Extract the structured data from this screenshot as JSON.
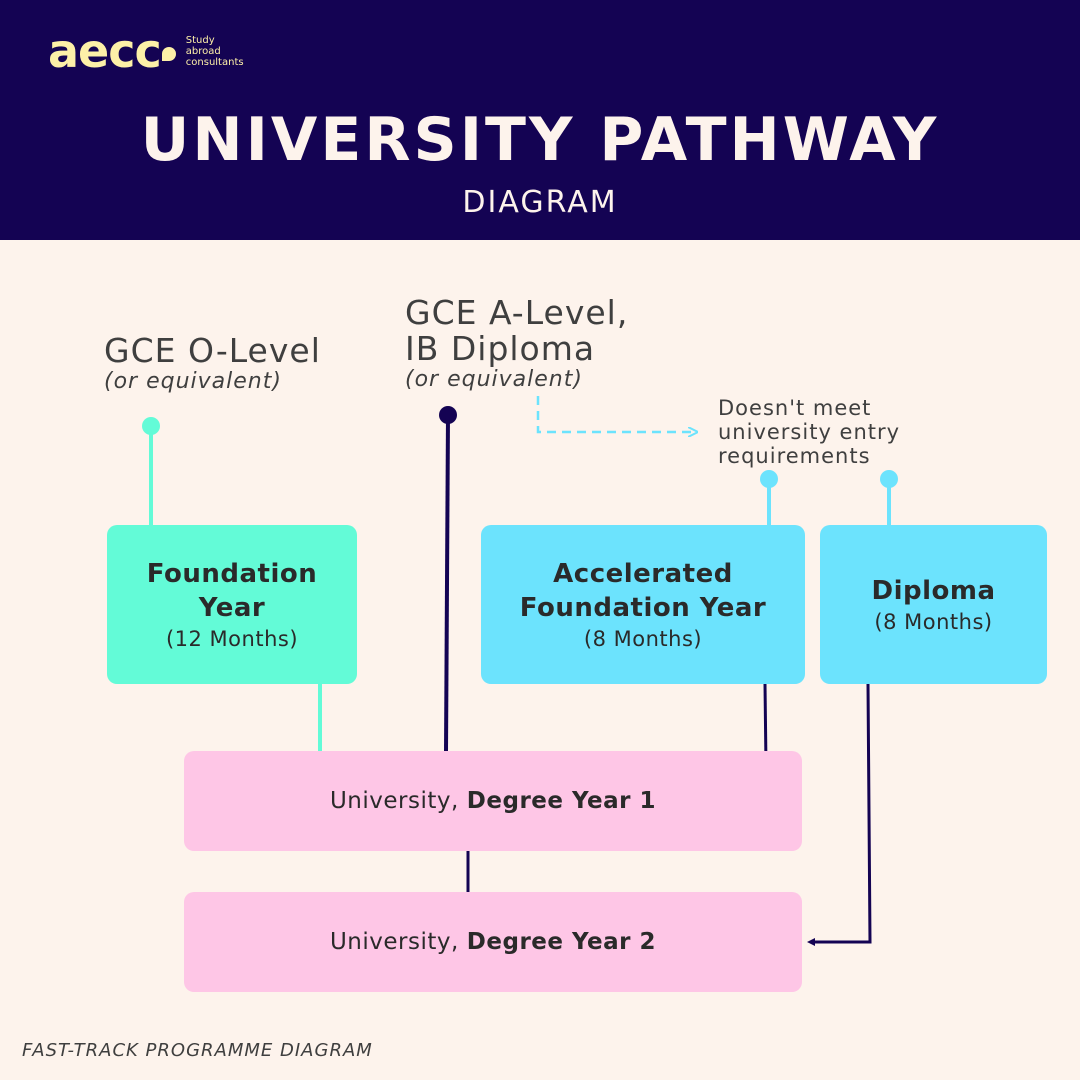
{
  "brand": {
    "logo_text": "aecc",
    "tagline": [
      "Study",
      "abroad",
      "consultants"
    ]
  },
  "header": {
    "title": "UNIVERSITY PATHWAY",
    "subtitle": "DIAGRAM"
  },
  "entries": {
    "olevel": {
      "title": "GCE O-Level",
      "note": "(or equivalent)"
    },
    "alevel": {
      "title_line1": "GCE A-Level,",
      "title_line2": "IB Diploma",
      "note": "(or equivalent)"
    },
    "requirement_note": "Doesn't meet\nuniversity entry\nrequirements"
  },
  "programmes": {
    "foundation": {
      "name": "Foundation\nYear",
      "duration": "(12 Months)"
    },
    "accelerated": {
      "name": "Accelerated\nFoundation Year",
      "duration": "(8 Months)"
    },
    "diploma": {
      "name": "Diploma",
      "duration": "(8 Months)"
    }
  },
  "university": {
    "year1": {
      "prefix": "University,",
      "stage": "Degree Year 1"
    },
    "year2": {
      "prefix": "University,",
      "stage": "Degree Year 2"
    }
  },
  "footer": "FAST-TRACK PROGRAMME DIAGRAM",
  "colors": {
    "navy": "#140353",
    "background": "#fdf3ec",
    "green": "#63fbd7",
    "blue": "#6ce3fd",
    "pink": "#fec6e6",
    "logo": "#fdf0a8"
  }
}
